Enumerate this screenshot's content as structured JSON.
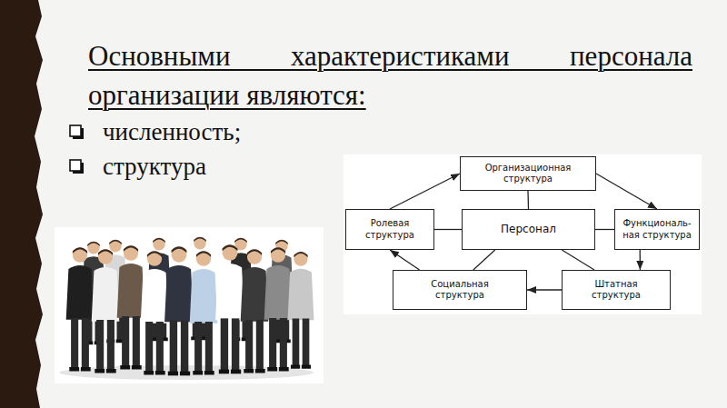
{
  "diagram": {
    "title": "Основными характеристиками персонала организации являются:",
    "nodes": [
      {
        "text": [
          "Организационная структура"
        ]
      },
      {
        "text": [
          "Ролевая структура"
        ]
      },
      {
        "text": [
          "Персонал"
        ]
      },
      {
        "text": [
          "Функциональ- ная структура"
        ]
      },
      {
        "text": [
          "Социальная структура"
        ]
      },
      {
        "text": [
          "Штатная структура"
        ]
      }
    ],
    "edges": [
      {
        "from": 0,
        "to": 3,
        "arrow": "to"
      },
      {
        "from": 3,
        "to": 5,
        "arrow": "to"
      },
      {
        "from": 5,
        "to": 4,
        "arrow": "to"
      },
      {
        "from": 4,
        "to": 1,
        "arrow": "to"
      },
      {
        "from": 1,
        "to": 0,
        "arrow": "to"
      },
      {
        "from": 2,
        "to": 0,
        "arrow": "none"
      },
      {
        "from": 2,
        "to": 1,
        "arrow": "none"
      },
      {
        "from": 2,
        "to": 3,
        "arrow": "none"
      },
      {
        "from": 2,
        "to": 4,
        "arrow": "none"
      },
      {
        "from": 2,
        "to": 5,
        "arrow": "none"
      }
    ],
    "labels": [
      "численность;",
      "структура"
    ]
  }
}
